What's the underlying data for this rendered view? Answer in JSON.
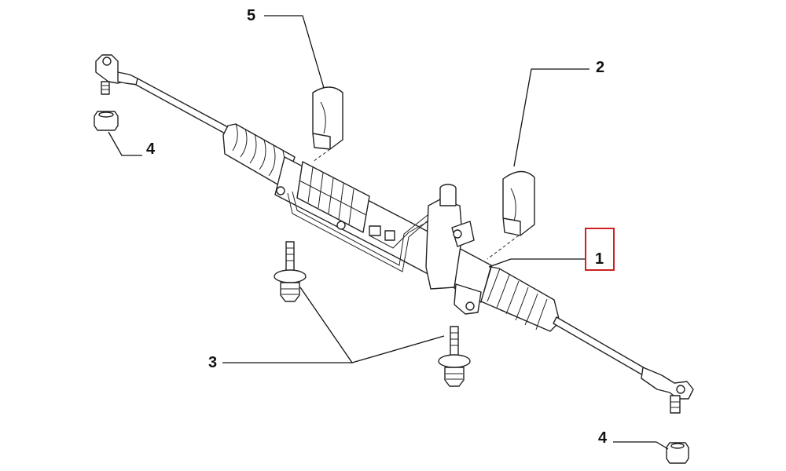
{
  "callouts": {
    "c1": "1",
    "c2": "2",
    "c3": "3",
    "c4a": "4",
    "c4b": "4",
    "c5": "5"
  },
  "highlight": {
    "part": "1",
    "color": "#cc2222"
  },
  "line_color": "#222222"
}
